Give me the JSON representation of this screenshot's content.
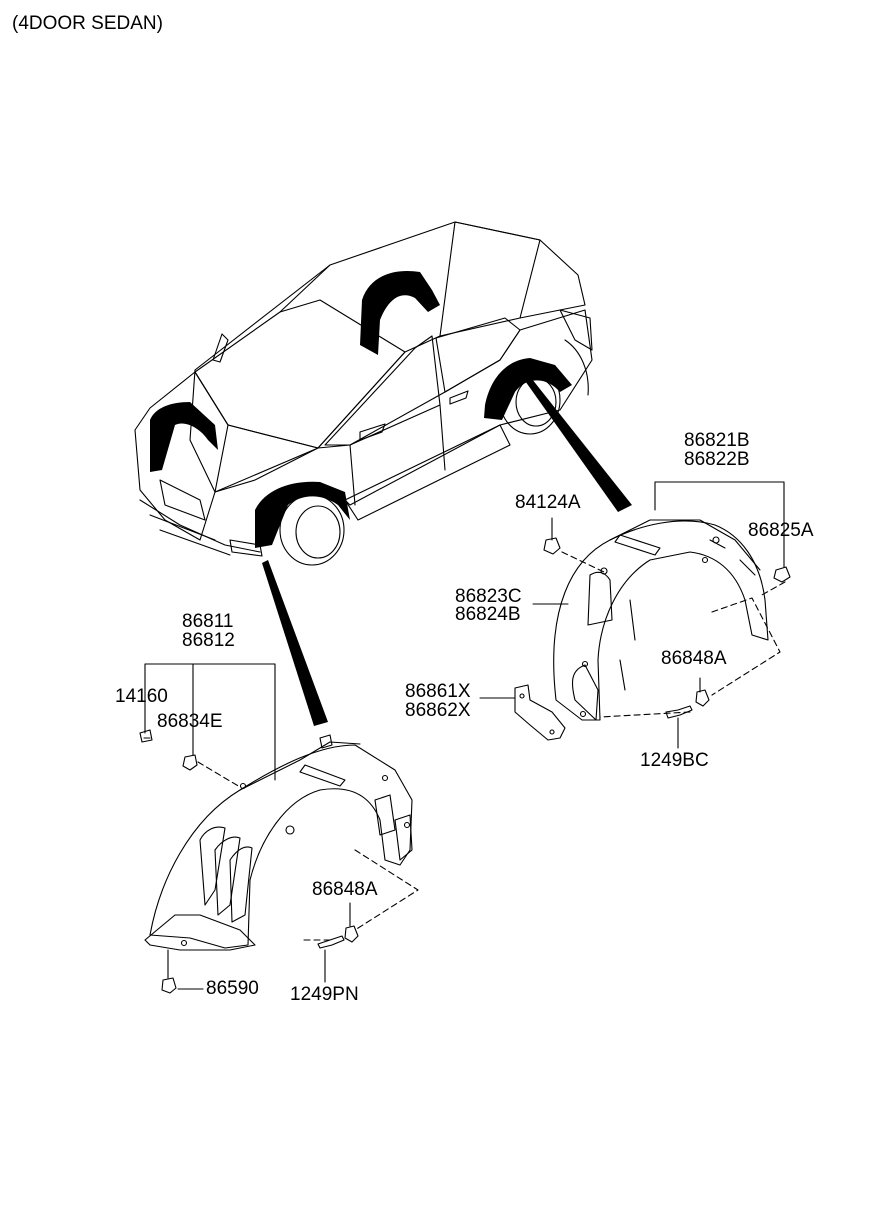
{
  "title": "(4DOOR SEDAN)",
  "colors": {
    "line": "#000000",
    "fill": "#000000",
    "background": "#ffffff"
  },
  "parts": {
    "rear_group": {
      "line1": "86821B",
      "line2": "86822B"
    },
    "rear_nut": "84124A",
    "rear_screw_top": "86825A",
    "rear_liner": {
      "line1": "86823C",
      "line2": "86824B"
    },
    "rear_clip": "86848A",
    "rear_bracket": {
      "line1": "86861X",
      "line2": "86862X"
    },
    "rear_bolt": "1249BC",
    "front_group": {
      "line1": "86811",
      "line2": "86812"
    },
    "front_screw": "14160",
    "front_nut": "86834E",
    "front_clip": "86848A",
    "front_bolt": "1249PN",
    "front_bottom_clip": "86590"
  }
}
